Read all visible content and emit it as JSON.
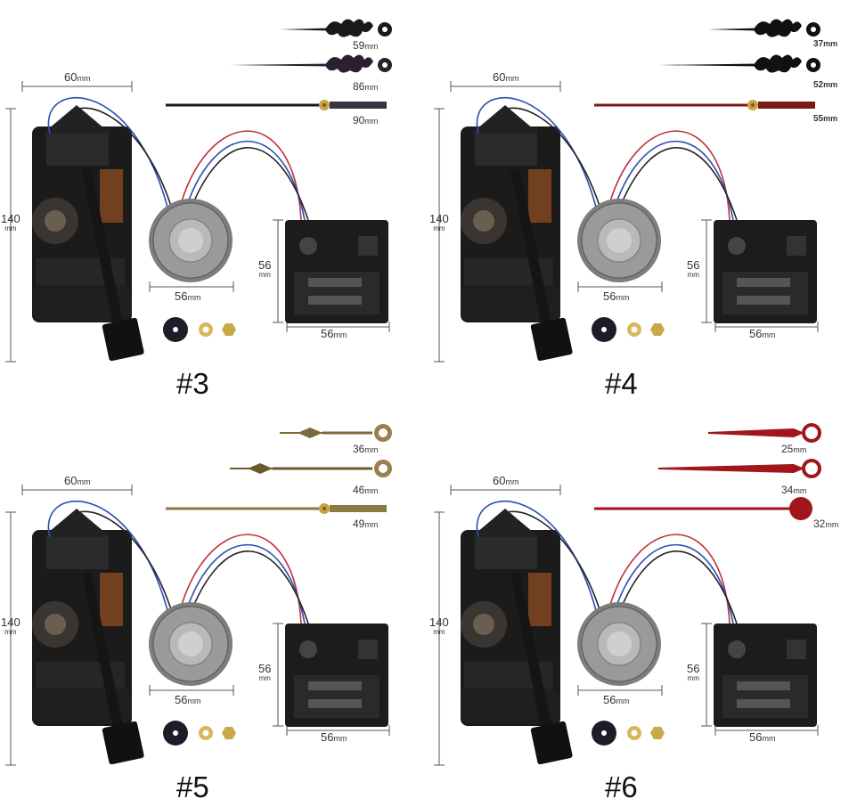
{
  "panels": [
    {
      "number": "#3",
      "dims": {
        "width_top": "60",
        "height_left": "140",
        "speaker": "56",
        "box_width": "56",
        "box_height": "56",
        "unit": "mm"
      },
      "hands": [
        {
          "length": "59",
          "unit": "mm",
          "style": "ornate",
          "color": "#1a1a1a"
        },
        {
          "length": "86",
          "unit": "mm",
          "style": "ornate",
          "color": "#2a2030"
        },
        {
          "length": "90",
          "unit": "mm",
          "style": "second-brass",
          "color": "#1a1a1a"
        }
      ],
      "hand_label_bold": false
    },
    {
      "number": "#4",
      "dims": {
        "width_top": "60",
        "height_left": "140",
        "speaker": "56",
        "box_width": "56",
        "box_height": "56",
        "unit": "mm"
      },
      "hands": [
        {
          "length": "37",
          "unit": "mm",
          "style": "ornate",
          "color": "#111111"
        },
        {
          "length": "52",
          "unit": "mm",
          "style": "ornate",
          "color": "#111111"
        },
        {
          "length": "55",
          "unit": "mm",
          "style": "second-brass",
          "color": "#7a1a12"
        }
      ],
      "hand_label_bold": true
    },
    {
      "number": "#5",
      "dims": {
        "width_top": "60",
        "height_left": "140",
        "speaker": "56",
        "box_width": "56",
        "box_height": "56",
        "unit": "mm"
      },
      "hands": [
        {
          "length": "36",
          "unit": "mm",
          "style": "spade",
          "color": "#7a6a3a"
        },
        {
          "length": "46",
          "unit": "mm",
          "style": "spade",
          "color": "#6b5a30"
        },
        {
          "length": "49",
          "unit": "mm",
          "style": "second-brass",
          "color": "#8a7a40"
        }
      ],
      "hand_label_bold": false
    },
    {
      "number": "#6",
      "dims": {
        "width_top": "60",
        "height_left": "140",
        "speaker": "56",
        "box_width": "56",
        "box_height": "56",
        "unit": "mm"
      },
      "hands": [
        {
          "length": "25",
          "unit": "mm",
          "style": "red-ring",
          "color": "#a0161a"
        },
        {
          "length": "34",
          "unit": "mm",
          "style": "red-ring",
          "color": "#a0161a"
        },
        {
          "length": "32",
          "unit": "mm",
          "style": "red-disc",
          "color": "#a0161a"
        }
      ],
      "hand_label_bold": false
    }
  ],
  "parts": {
    "movement": "clock-movement",
    "speaker": "speaker",
    "chime_box": "chime-sound-box",
    "washer": "rubber-washer",
    "brass_washer": "brass-washer",
    "nut": "hex-nut"
  }
}
